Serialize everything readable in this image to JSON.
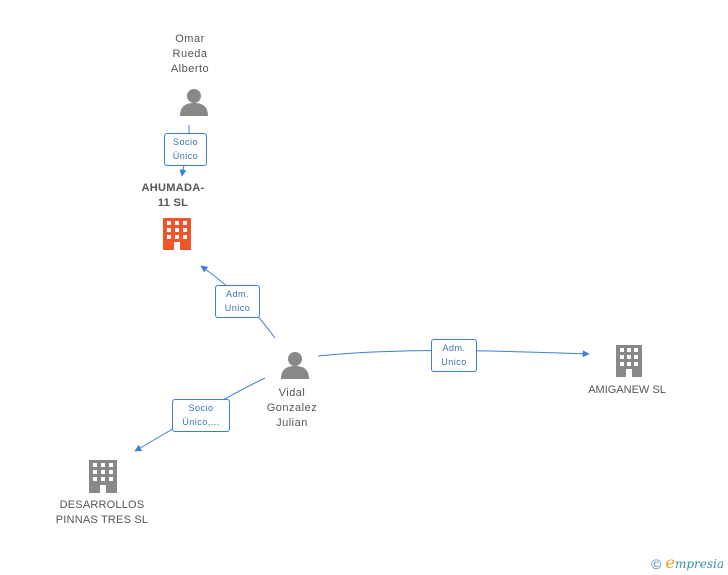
{
  "nodes": {
    "omar": {
      "lines": [
        "Omar",
        "Rueda",
        "Alberto"
      ],
      "kind": "person"
    },
    "ahumada": {
      "lines": [
        "AHUMADA-",
        "11 SL"
      ],
      "kind": "company-highlight"
    },
    "vidal": {
      "lines": [
        "Vidal",
        "Gonzalez",
        "Julian"
      ],
      "kind": "person"
    },
    "amiganew": {
      "lines": [
        "AMIGANEW SL"
      ],
      "kind": "company"
    },
    "desarrollos": {
      "lines": [
        "DESARROLLOS",
        "PINNAS TRES SL"
      ],
      "kind": "company"
    }
  },
  "edges": {
    "omar_ahumada": {
      "lines": [
        "Socio",
        "Único"
      ]
    },
    "vidal_ahumada": {
      "lines": [
        "Adm.",
        "Unico"
      ]
    },
    "vidal_amiganew": {
      "lines": [
        "Adm.",
        "Unico"
      ]
    },
    "vidal_desarrollos": {
      "lines": [
        "Socio",
        "Único,..."
      ]
    }
  },
  "footer": {
    "copyright": "©",
    "brand_initial": "e",
    "brand_rest": "mpresia"
  },
  "colors": {
    "edge": "#3a7fd5",
    "person_icon": "#888888",
    "company_icon": "#888888",
    "highlight_company_icon": "#f0562a"
  }
}
